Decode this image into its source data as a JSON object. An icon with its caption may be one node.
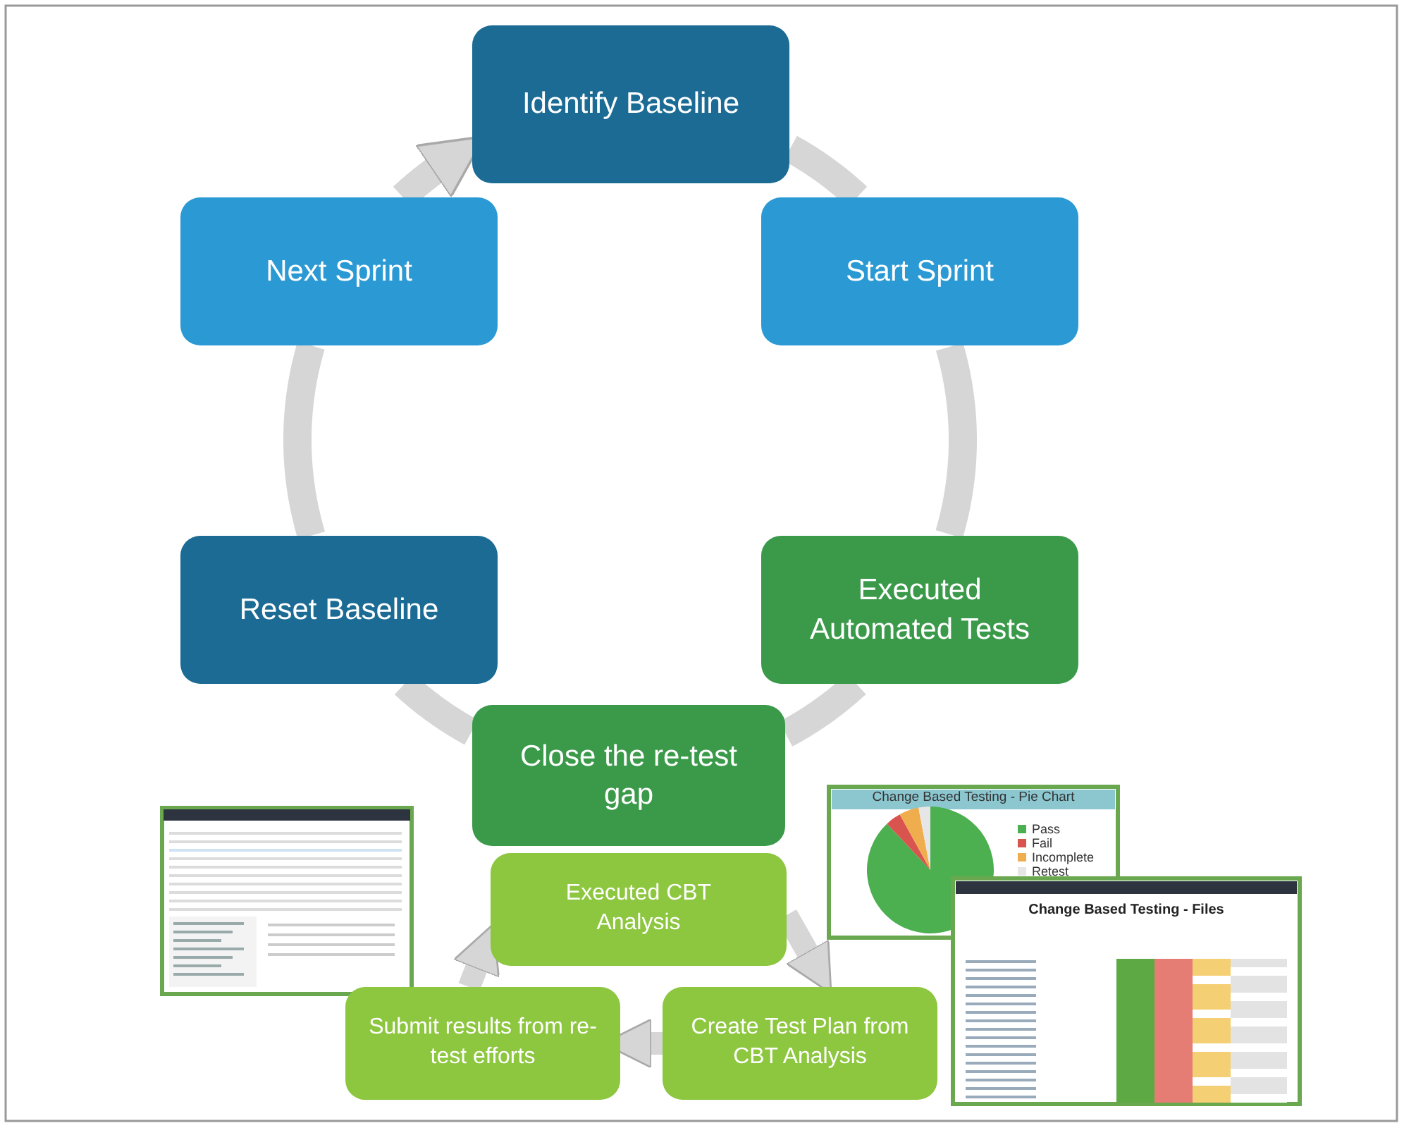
{
  "diagram": {
    "nodes": [
      {
        "text": [
          "Identify Baseline"
        ]
      },
      {
        "text": [
          "Start Sprint"
        ]
      },
      {
        "text": [
          "Executed Automated Tests"
        ]
      },
      {
        "text": [
          "Close the re-test gap"
        ]
      },
      {
        "text": [
          "Reset Baseline"
        ]
      },
      {
        "text": [
          "Next Sprint"
        ]
      },
      {
        "text": [
          "Executed CBT Analysis"
        ]
      },
      {
        "text": [
          "Create Test Plan from CBT Analysis"
        ]
      },
      {
        "text": [
          "Submit results from re-test efforts"
        ]
      }
    ],
    "edges": [
      {
        "from": 0,
        "to": 1,
        "arrow": "none"
      },
      {
        "from": 1,
        "to": 2,
        "arrow": "none"
      },
      {
        "from": 2,
        "to": 3,
        "arrow": "none"
      },
      {
        "from": 3,
        "to": 4,
        "arrow": "none"
      },
      {
        "from": 4,
        "to": 5,
        "arrow": "none"
      },
      {
        "from": 5,
        "to": 0,
        "arrow": "to"
      },
      {
        "from": 6,
        "to": 7,
        "arrow": "to"
      },
      {
        "from": 7,
        "to": 8,
        "arrow": "to"
      },
      {
        "from": 8,
        "to": 6,
        "arrow": "to"
      }
    ],
    "labels": [
      "Change Based Testing - Pie Chart",
      "Change Based Testing - Files"
    ],
    "legend": [
      {
        "text": "Pass",
        "color": "#4caf50"
      },
      {
        "text": "Fail",
        "color": "#d9534f"
      },
      {
        "text": "Incomplete",
        "color": "#f0ad4e"
      },
      {
        "text": "Retest",
        "color": "#e6e6e6"
      }
    ]
  }
}
